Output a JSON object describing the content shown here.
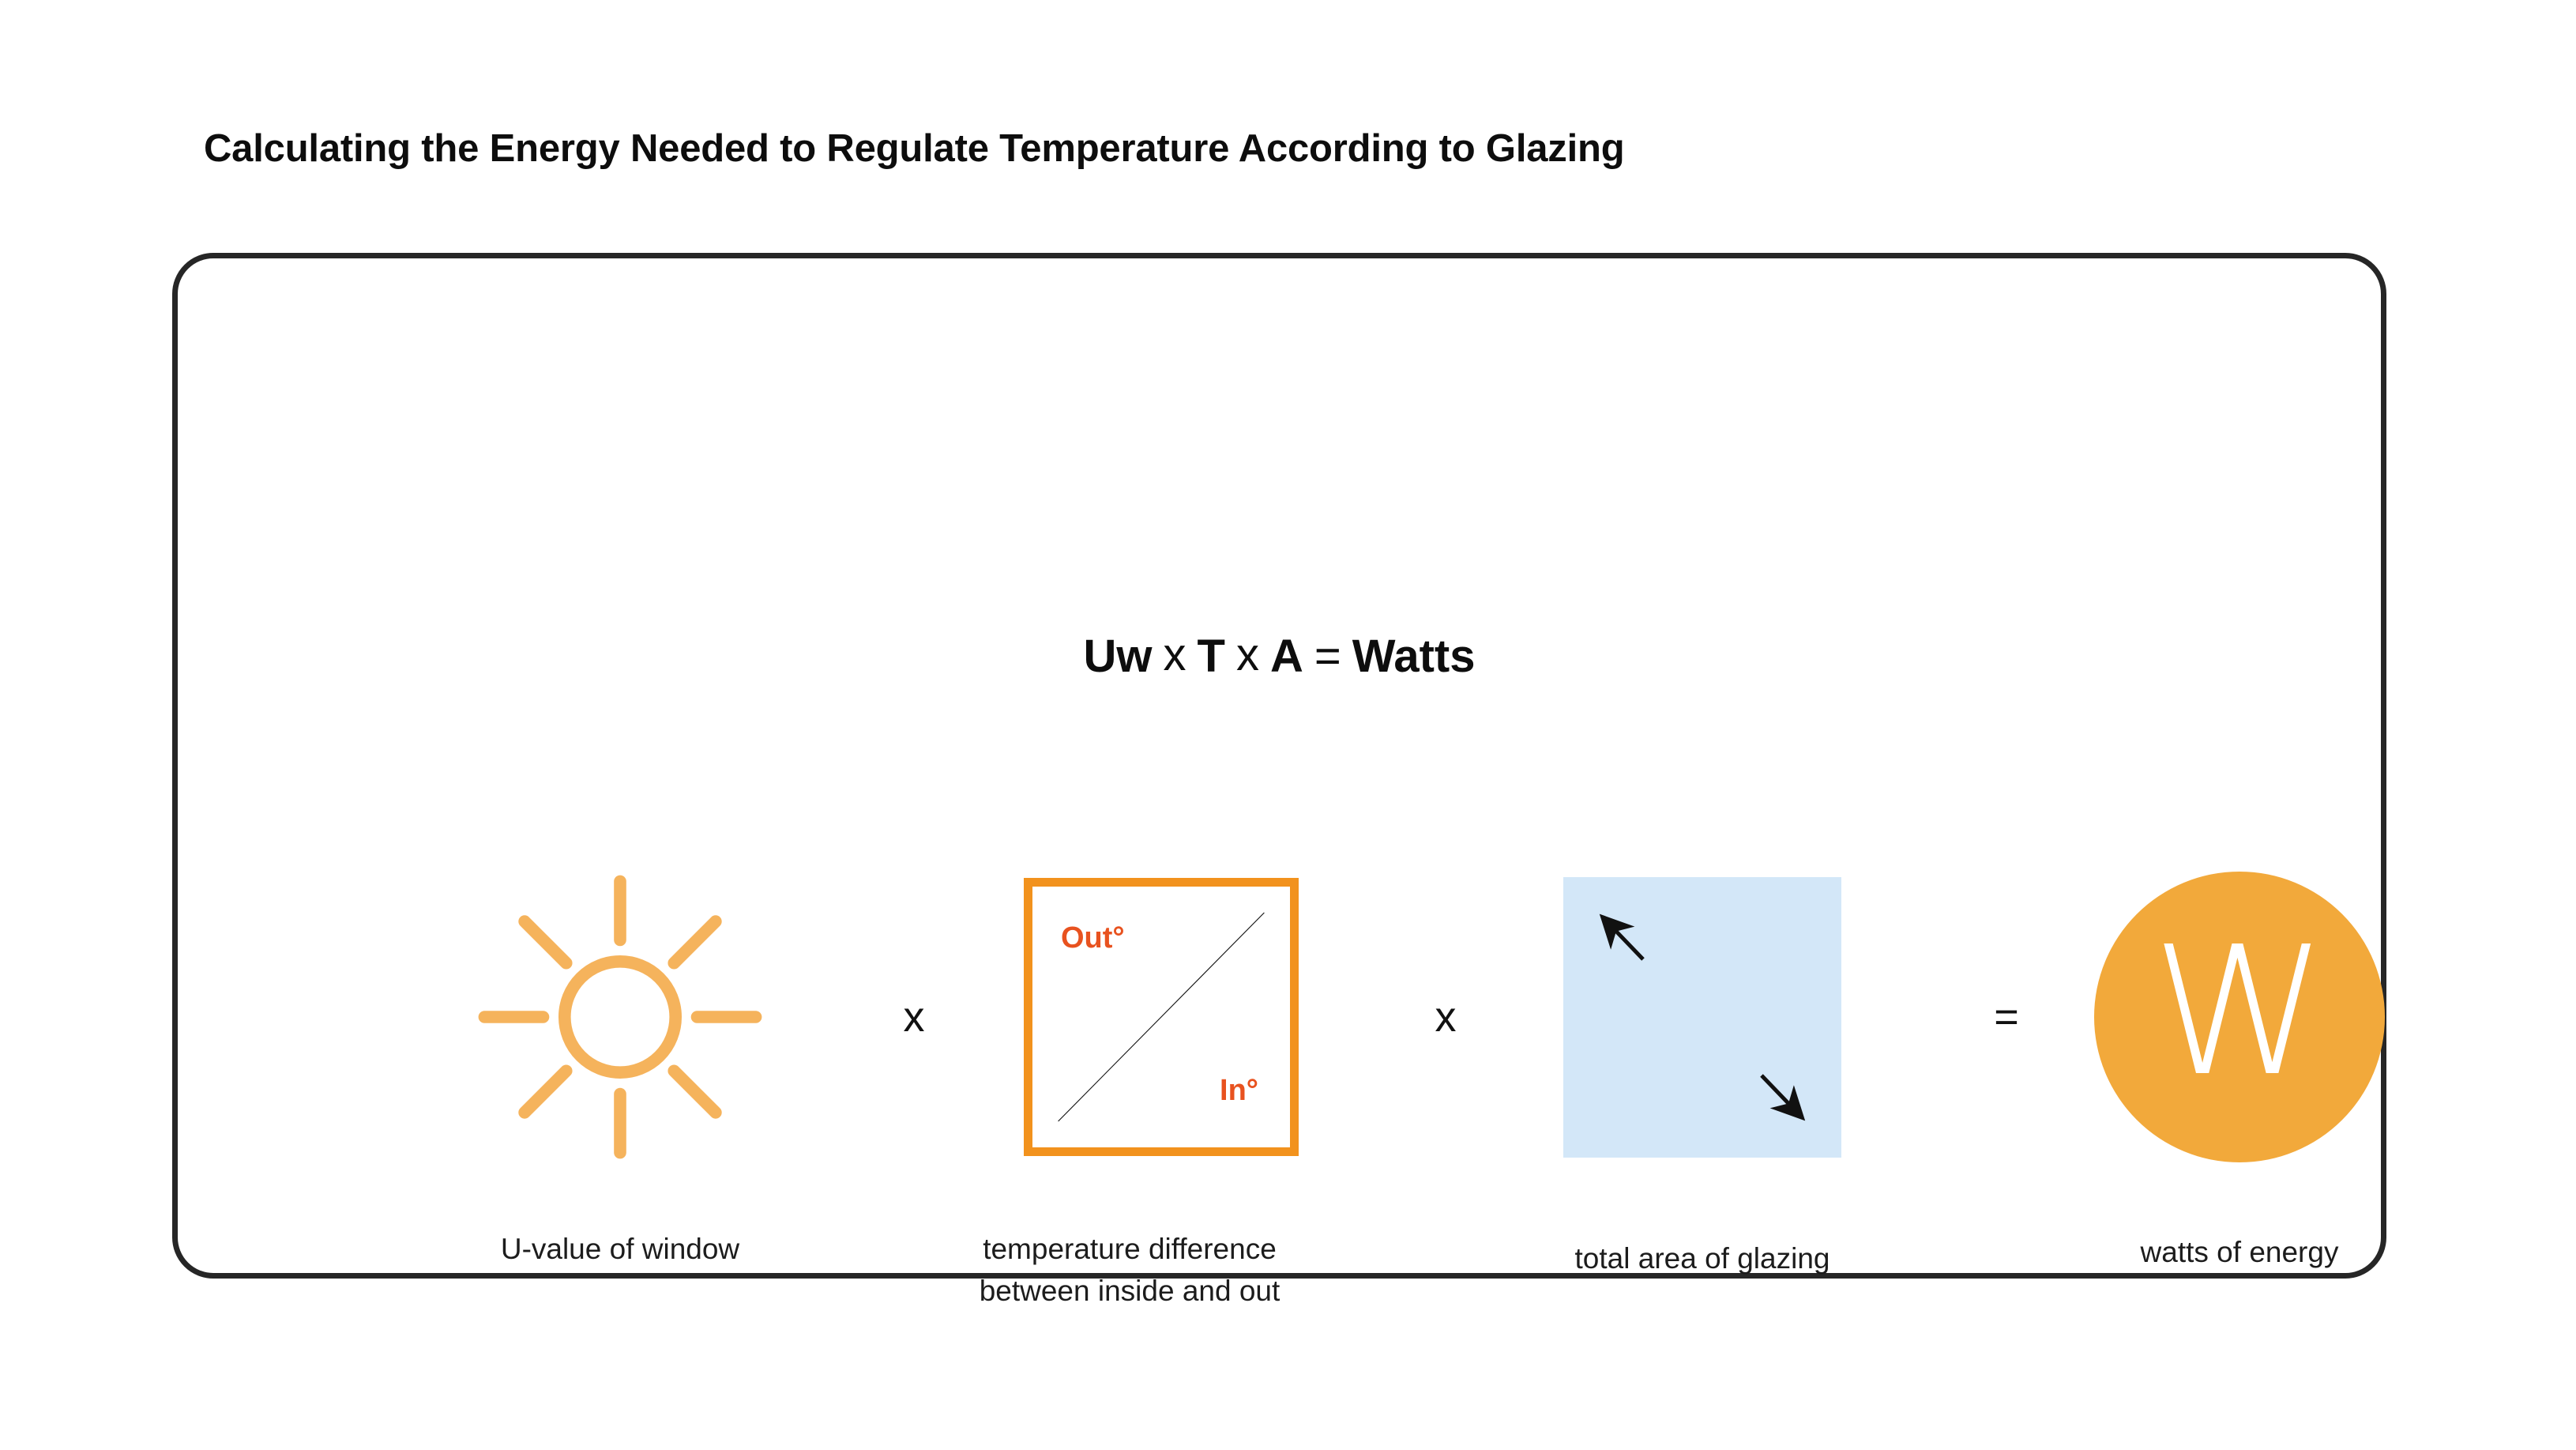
{
  "page": {
    "title": "Calculating the Energy Needed to Regulate Temperature According to Glazing",
    "background_color": "#ffffff",
    "card_border_color": "#262626"
  },
  "formula": {
    "term_1": "Uw",
    "operator_1": "x",
    "term_2": "T",
    "operator_2": "x",
    "term_3": "A",
    "equals": "=",
    "result": "Watts"
  },
  "operators": {
    "between_1_2": "x",
    "between_2_3": "x",
    "between_3_4": "="
  },
  "items": [
    {
      "icon": "sun-icon",
      "caption": "U-value of window",
      "color": "#F5B35C"
    },
    {
      "icon": "temperature-difference-box-icon",
      "caption": "temperature difference between inside and out",
      "label_top": "Out°",
      "label_bottom": "In°",
      "border_color": "#F2921D",
      "label_color": "#E8521F"
    },
    {
      "icon": "glazing-area-icon",
      "caption": "total area of glazing",
      "color": "#D3E7F8"
    },
    {
      "icon": "watts-circle-icon",
      "caption": "watts of energy",
      "letter": "W",
      "color": "#F2A93B"
    }
  ]
}
